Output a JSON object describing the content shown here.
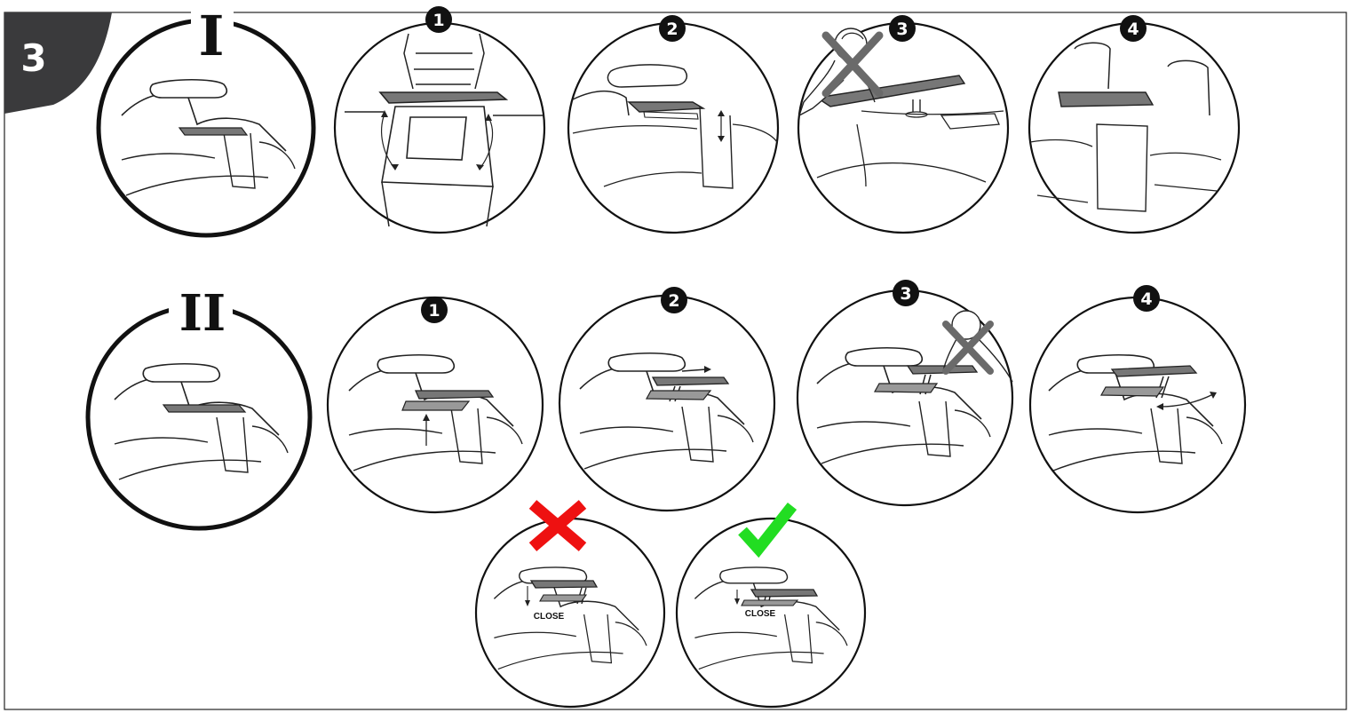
{
  "section": {
    "number": "3",
    "badge_color": "#3a3a3c"
  },
  "rows": [
    {
      "numeral": "I",
      "steps": [
        "1",
        "2",
        "3",
        "4"
      ]
    },
    {
      "numeral": "II",
      "steps": [
        "1",
        "2",
        "3",
        "4"
      ]
    }
  ],
  "close_examples": {
    "wrong": {
      "label": "CLOSE",
      "mark": "x-icon",
      "color": "#ee1111"
    },
    "right": {
      "label": "CLOSE",
      "mark": "check-icon",
      "color": "#22dd22"
    }
  },
  "icons": {
    "prohibited": "no-children-icon",
    "step_marker": "black-circle"
  }
}
